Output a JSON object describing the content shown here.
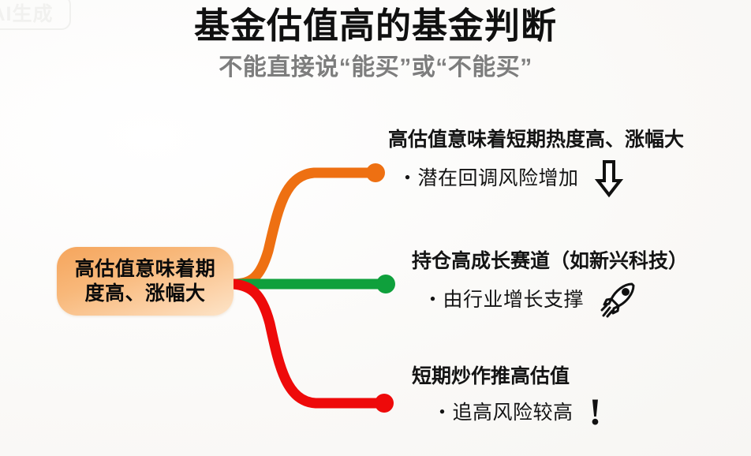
{
  "watermark": {
    "label": "AI生成"
  },
  "header": {
    "title": "基金估值高的基金判断",
    "subtitle": "不能直接说“能买”或“不能买”"
  },
  "root": {
    "line1": "高估值意味着期",
    "line2": "度高、涨幅大",
    "gradient_from": "#f5a55c",
    "gradient_to": "#fde4c8"
  },
  "branches": [
    {
      "color": "#ee7012",
      "title": "高估值意味着短期热度高、涨幅大",
      "detail": "・潜在回调风险增加",
      "icon": "arrow-down-outline-icon"
    },
    {
      "color": "#0fa03c",
      "title": "持仓高成长赛道（如新兴科技）",
      "detail": "・由行业增长支撑",
      "icon": "rocket-icon"
    },
    {
      "color": "#ee0a0a",
      "title": "短期炒作推高估值",
      "detail": "・追高风险较高",
      "icon": "exclamation-mark-icon",
      "icon_glyph": "!"
    }
  ]
}
